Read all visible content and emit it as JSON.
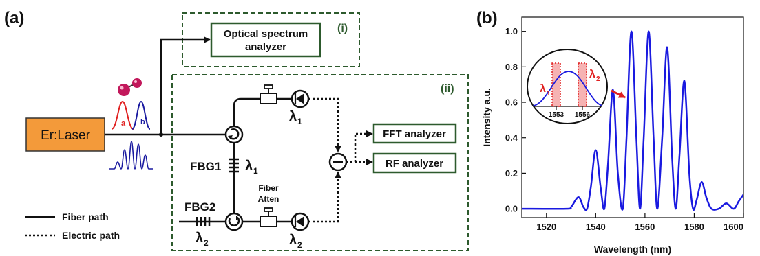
{
  "panel_a": {
    "tag": "(a)",
    "laser_label": "Er:Laser",
    "pulse_a": "a",
    "pulse_b": "b",
    "box_i_tag": "(i)",
    "box_ii_tag": "(ii)",
    "osa_line1": "Optical spectrum",
    "osa_line2": "analyzer",
    "fft_label": "FFT analyzer",
    "rf_label": "RF analyzer",
    "fbg1_label": "FBG1",
    "fbg2_label": "FBG2",
    "fiber_atten_line1": "Fiber",
    "fiber_atten_line2": "Atten",
    "lambda": "λ",
    "sub1": "1",
    "sub2": "2",
    "legend_fiber": "Fiber path",
    "legend_electric": "Electric path",
    "colors": {
      "laser_fill": "#f39a3a",
      "dashed_box": "#2d5a2d",
      "pulse_a": "#e02020",
      "pulse_b": "#1a1aa0",
      "molecule": "#c2185b"
    }
  },
  "panel_b": {
    "tag": "(b)",
    "inset": {
      "tick1": "1553",
      "tick2": "1556",
      "lambda": "λ",
      "sub1": "1",
      "sub2": "2"
    },
    "chart_data": {
      "type": "line",
      "xlabel": "Wavelength (nm)",
      "ylabel": "Intensity a.u.",
      "xlim": [
        1510,
        1600
      ],
      "ylim": [
        -0.05,
        1.08
      ],
      "xticks": [
        1520,
        1540,
        1560,
        1580,
        1600
      ],
      "yticks": [
        0.0,
        0.2,
        0.4,
        0.6,
        0.8,
        1.0
      ],
      "grid": false,
      "series": [
        {
          "color": "#1a1ae0",
          "x": [
            1510,
            1528,
            1530,
            1533,
            1535,
            1536.5,
            1538,
            1540,
            1542,
            1543.5,
            1545,
            1547,
            1549,
            1551,
            1552.5,
            1554.5,
            1556.5,
            1558,
            1559.5,
            1561.5,
            1563.5,
            1565,
            1567,
            1569,
            1571,
            1572.5,
            1574,
            1576,
            1578,
            1579.5,
            1581,
            1583,
            1585,
            1587,
            1590,
            1593,
            1596,
            1598,
            1600
          ],
          "y": [
            0.0,
            0.0,
            0.01,
            0.065,
            0.01,
            0.0,
            0.12,
            0.33,
            0.12,
            0.0,
            0.25,
            0.67,
            0.2,
            0.0,
            0.4,
            1.0,
            0.4,
            0.0,
            0.4,
            1.0,
            0.4,
            0.0,
            0.4,
            0.91,
            0.3,
            0.0,
            0.3,
            0.72,
            0.2,
            0.0,
            0.05,
            0.15,
            0.06,
            0.0,
            0.0,
            0.03,
            0.0,
            0.04,
            0.08
          ]
        }
      ]
    }
  }
}
